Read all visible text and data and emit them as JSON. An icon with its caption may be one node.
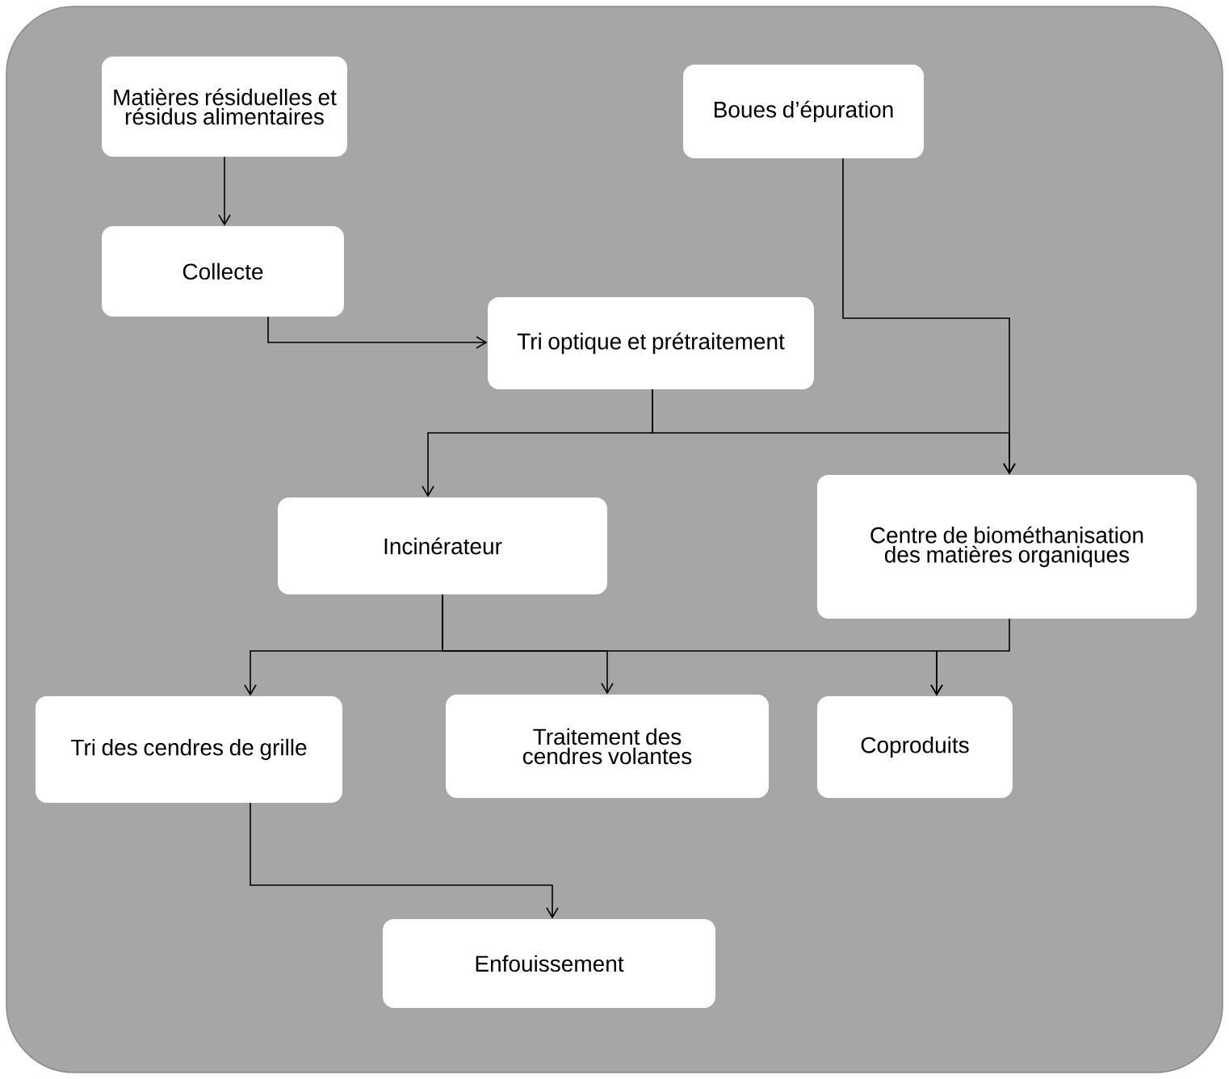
{
  "diagram": {
    "nodes": [
      {
        "text": [
          "Matières résiduelles et résidus alimentaires"
        ]
      },
      {
        "text": [
          "Boues d’épuration"
        ]
      },
      {
        "text": [
          "Collecte"
        ]
      },
      {
        "text": [
          "Tri optique et prétraitement"
        ]
      },
      {
        "text": [
          "Incinérateur"
        ]
      },
      {
        "text": [
          "Centre de biométhanisation des matières organiques"
        ]
      },
      {
        "text": [
          "Tri des cendres de grille"
        ]
      },
      {
        "text": [
          "Traitement des cendres volantes"
        ]
      },
      {
        "text": [
          "Coproduits"
        ]
      },
      {
        "text": [
          "Enfouissement"
        ]
      }
    ],
    "edges": [
      {
        "from": 0,
        "to": 2,
        "arrow": "to"
      },
      {
        "from": 2,
        "to": 3,
        "arrow": "to"
      },
      {
        "from": 1,
        "to": 5,
        "arrow": "to"
      },
      {
        "from": 3,
        "to": 4,
        "arrow": "to"
      },
      {
        "from": 3,
        "to": 5,
        "arrow": "to"
      },
      {
        "from": 4,
        "to": 6,
        "arrow": "to"
      },
      {
        "from": 4,
        "to": 7,
        "arrow": "to"
      },
      {
        "from": 4,
        "to": 8,
        "arrow": "to"
      },
      {
        "from": 5,
        "to": 8,
        "arrow": "to"
      },
      {
        "from": 6,
        "to": 9,
        "arrow": "to"
      }
    ]
  }
}
